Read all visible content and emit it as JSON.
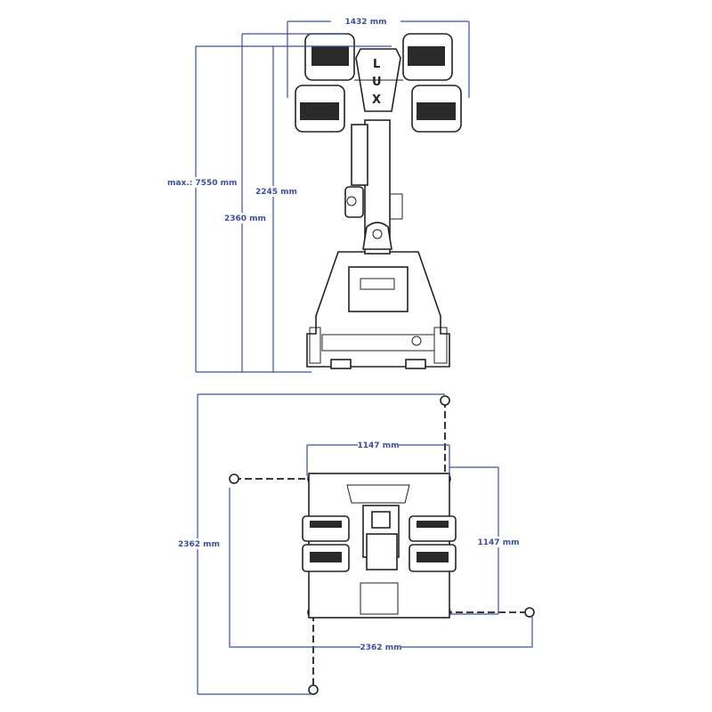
{
  "front_view": {
    "logo": "LUX",
    "width_label": "1432 mm",
    "max_height_label": "max.: 7550 mm",
    "height_2360_label": "2360 mm",
    "height_2245_label": "2245 mm"
  },
  "top_view": {
    "inner_width_label": "1147 mm",
    "inner_depth_label": "1147 mm",
    "outrigger_width_label": "2362 mm",
    "outrigger_depth_label": "2362 mm"
  },
  "colors": {
    "dimension": "#3b4f9c",
    "drawing": "#222222"
  }
}
